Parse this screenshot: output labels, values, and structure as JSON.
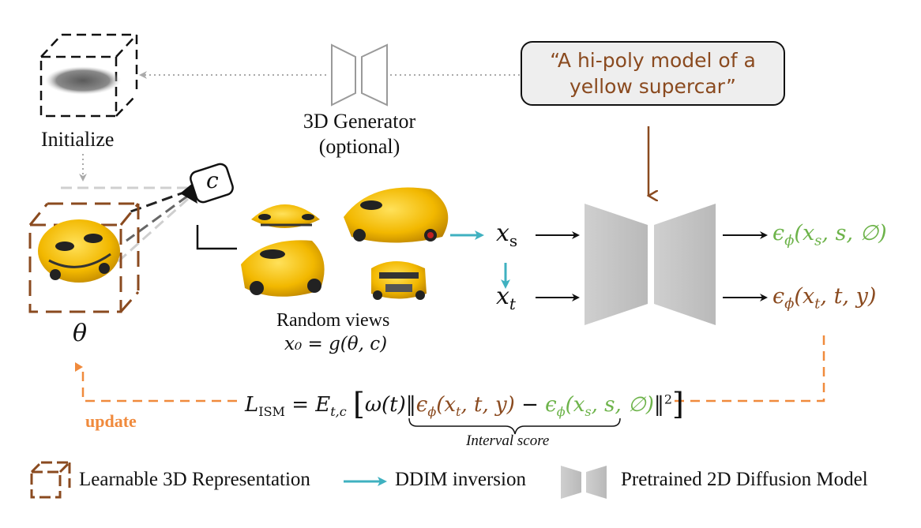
{
  "prompt": {
    "line1": "“A hi-poly model of a",
    "line2": "yellow supercar”"
  },
  "labels": {
    "initialize": "Initialize",
    "generator_line1": "3D Generator",
    "generator_line2": "(optional)",
    "camera": "c",
    "random_views": "Random views",
    "x0_eq": "x₀ = g(θ, c)",
    "theta": "θ",
    "xs": "x",
    "xs_sub": "s",
    "xt": "x",
    "xt_sub": "t",
    "eps_s": "ϵ",
    "eps_s_sub": "ϕ",
    "eps_s_args": "(x",
    "eps_s_args_sub": "s",
    "eps_s_args_tail": ", s, ∅)",
    "eps_t": "ϵ",
    "eps_t_sub": "ϕ",
    "eps_t_args": "(x",
    "eps_t_args_sub": "t",
    "eps_t_args_tail": ", t, y)",
    "update": "update",
    "interval_score": "Interval score"
  },
  "loss": {
    "L": "L",
    "L_sub": "ISM",
    "eq": " = E",
    "E_sub": "t,c",
    "open": "[",
    "omega": "ω(t)‖",
    "term1": "ϵ",
    "term1_sub": "ϕ",
    "term1_args": "(x",
    "term1_args_sub": "t",
    "term1_tail": ", t, y)",
    "minus": " − ",
    "term2": "ϵ",
    "term2_sub": "ϕ",
    "term2_args": "(x",
    "term2_args_sub": "s",
    "term2_tail": ", s, ∅)",
    "norm_close": "‖",
    "sq": "2",
    "close": "]"
  },
  "legend": {
    "item1": "Learnable 3D Representation",
    "item2": "DDIM inversion",
    "item3": "Pretrained 2D Diffusion Model"
  },
  "colors": {
    "brown": "#8a4a1f",
    "green": "#6db34a",
    "orange": "#f08a3c",
    "teal": "#3fb1c0",
    "gray": "#bdbdbd"
  }
}
